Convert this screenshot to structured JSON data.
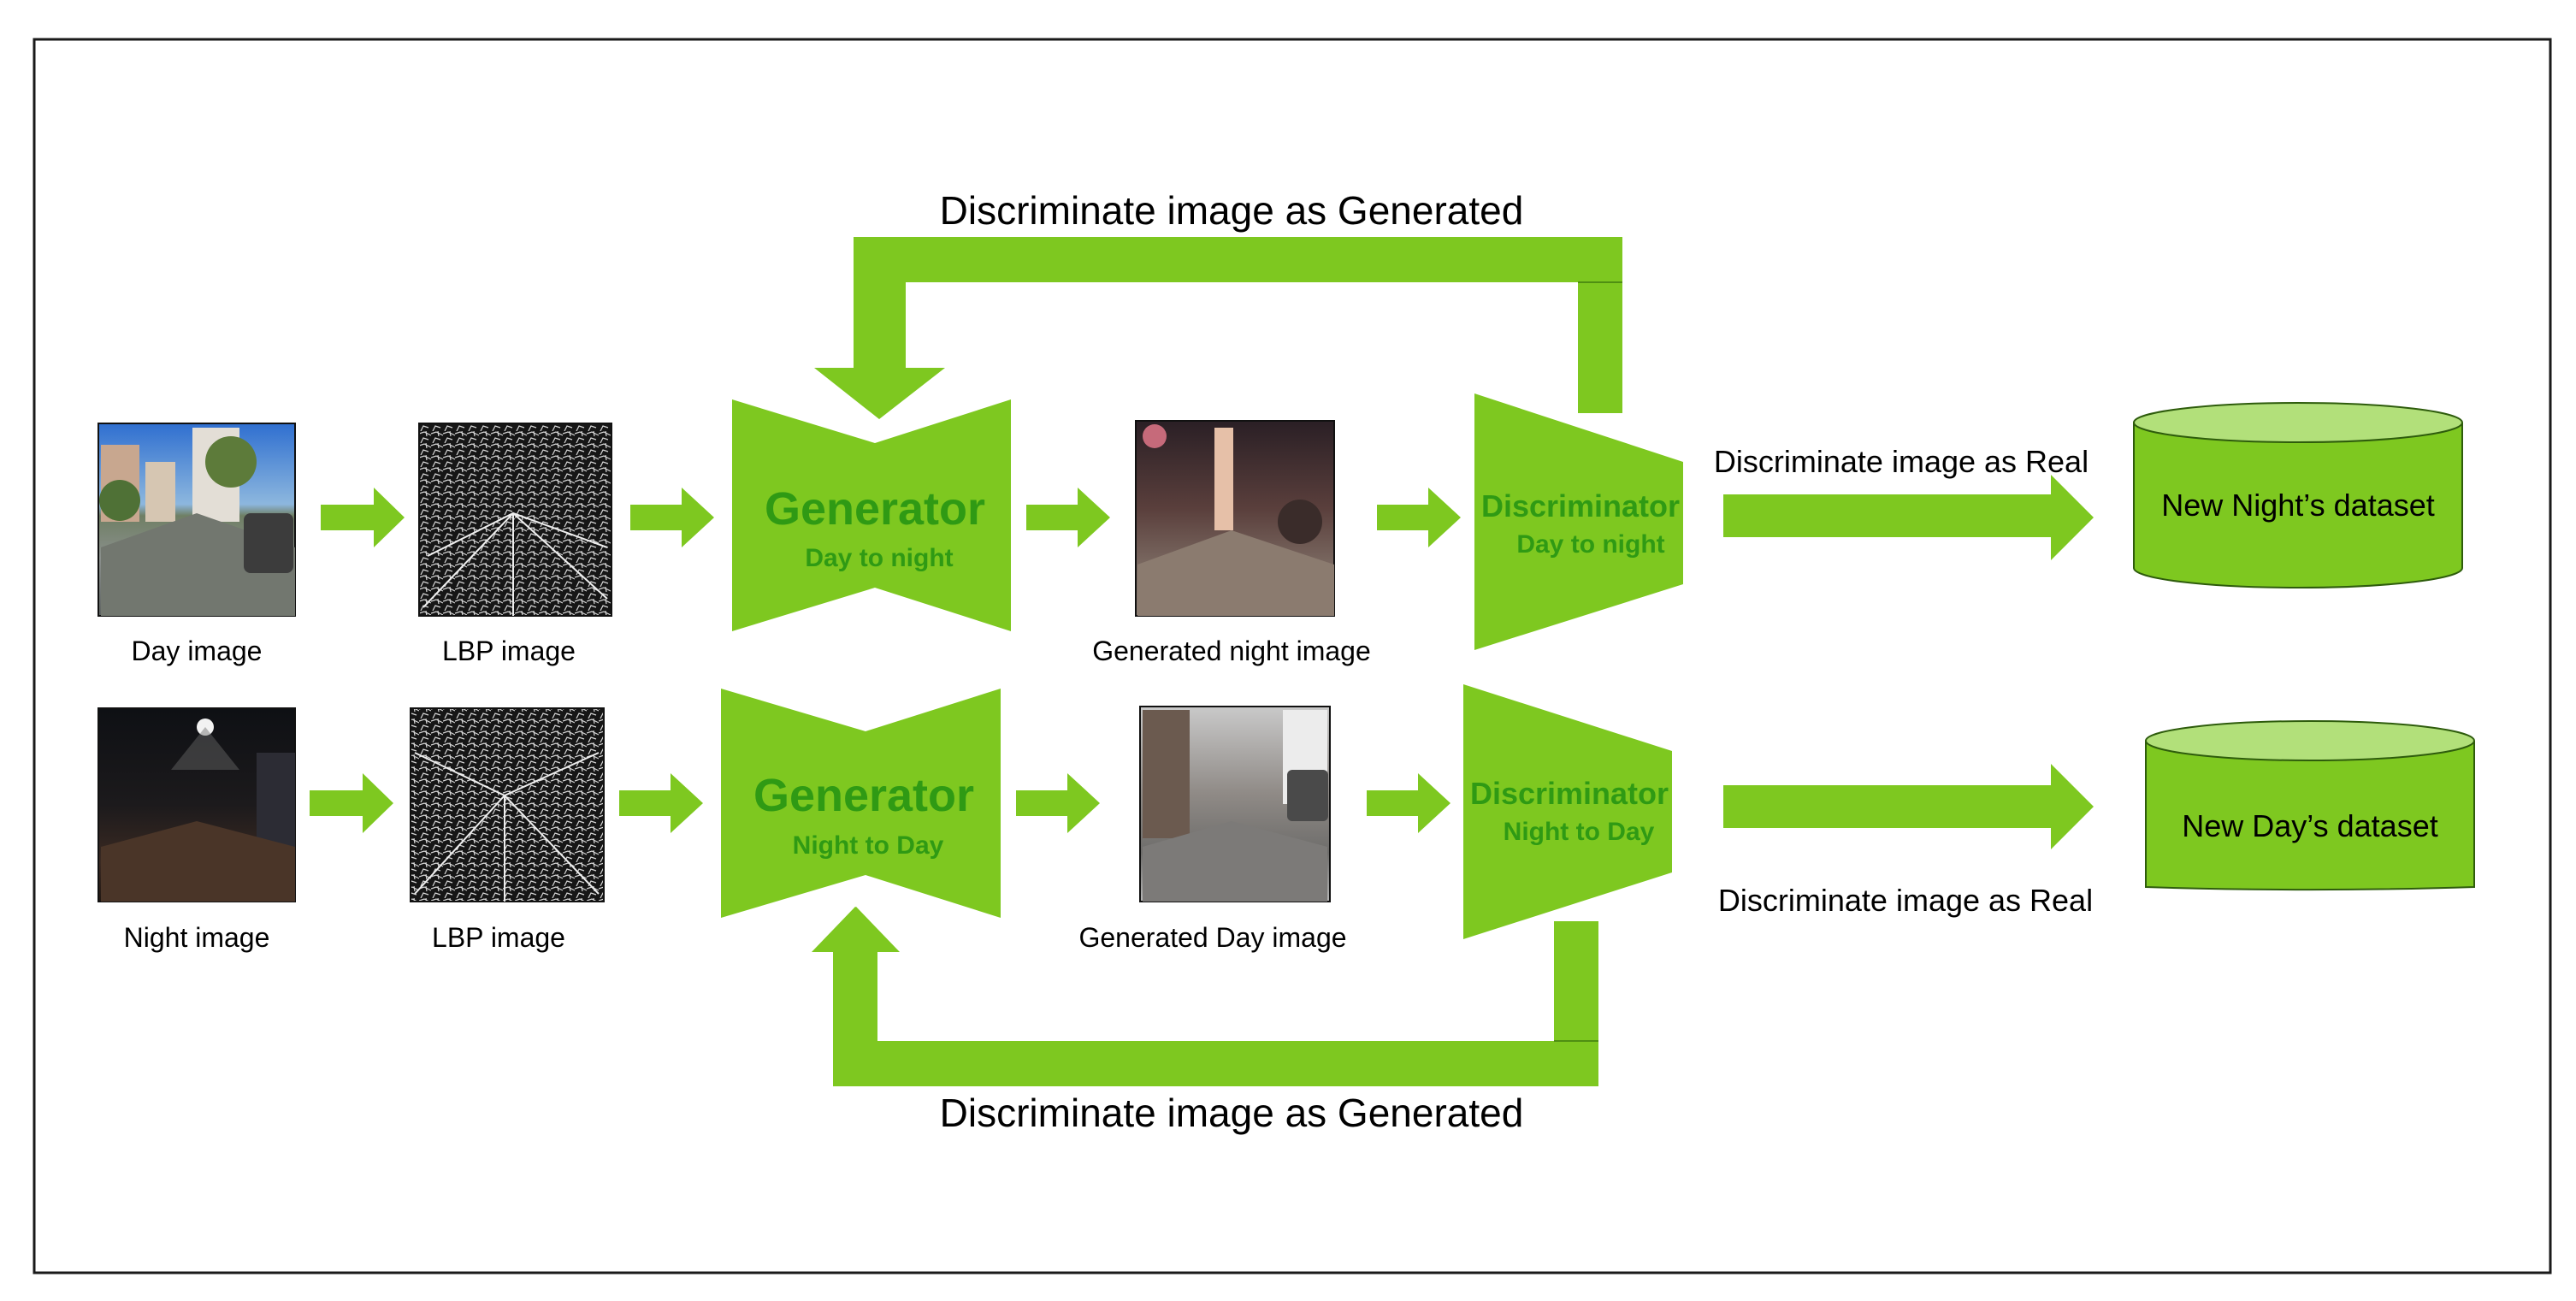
{
  "colors": {
    "green": "#7ec820",
    "dark_green": "#2f9a14",
    "cylinder_top": "#b2e07a",
    "frame": "#1a1a1a"
  },
  "feedback": {
    "top_label": "Discriminate image as Generated",
    "bottom_label": "Discriminate image as Generated"
  },
  "rows": [
    {
      "input_label": "Day image",
      "lbp_label": "LBP image",
      "generator_title": "Generator",
      "generator_subtitle": "Day to night",
      "generated_label": "Generated night image",
      "discriminator_title": "Discriminator",
      "discriminator_subtitle": "Day to night",
      "real_label": "Discriminate image as Real",
      "dataset_label": "New Night’s dataset"
    },
    {
      "input_label": "Night image",
      "lbp_label": "LBP image",
      "generator_title": "Generator",
      "generator_subtitle": "Night to Day",
      "generated_label": "Generated Day image",
      "discriminator_title": "Discriminator",
      "discriminator_subtitle": "Night to Day",
      "real_label": "Discriminate image as Real",
      "dataset_label": "New Day’s dataset"
    }
  ]
}
